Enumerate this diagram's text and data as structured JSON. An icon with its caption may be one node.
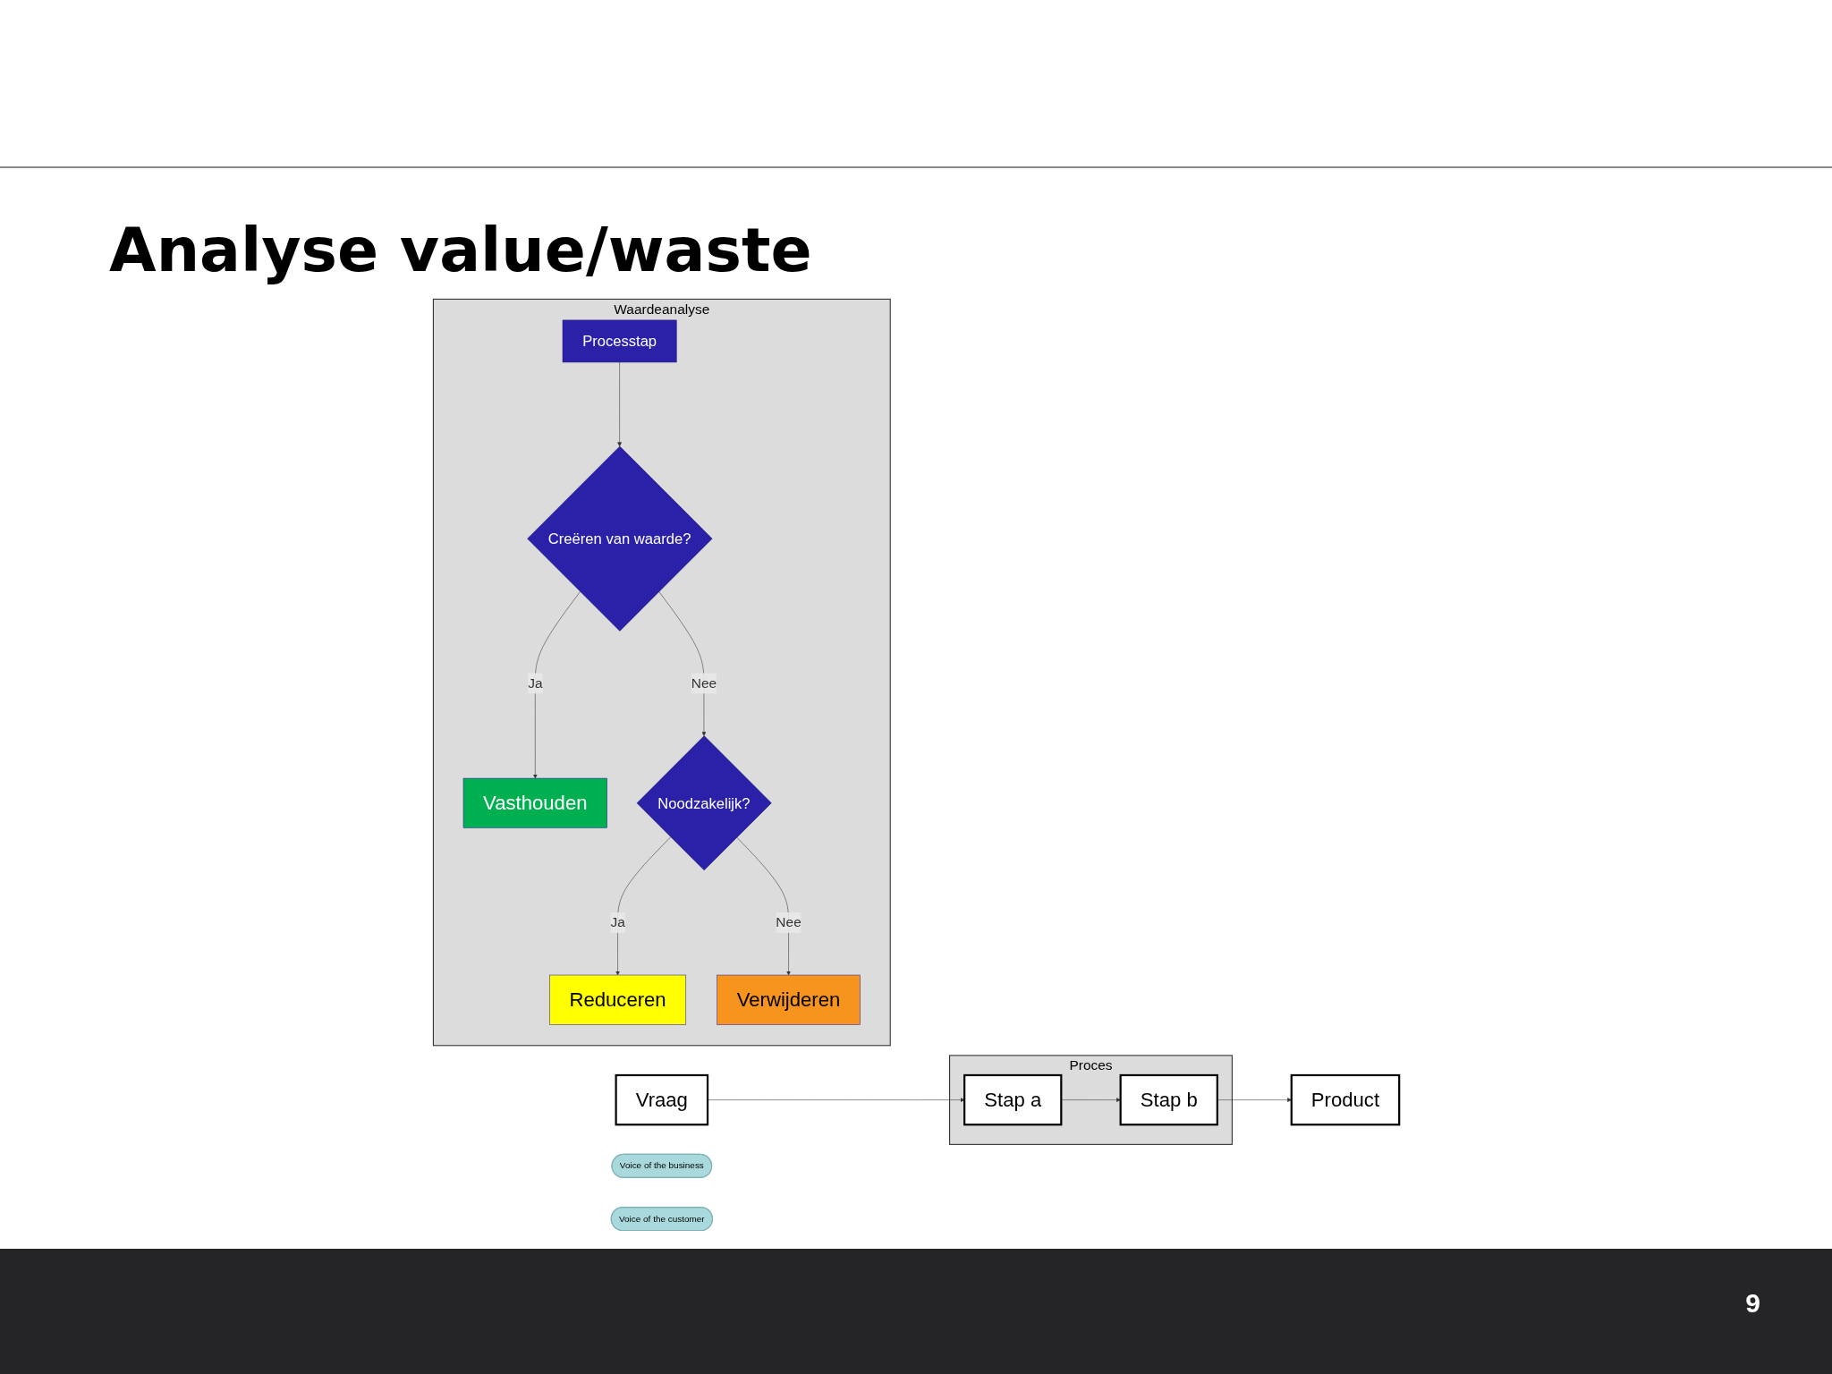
{
  "diagram": {
    "title": "Analyse value/waste",
    "nodes": [
      {
        "text": [
          "Vraag"
        ]
      },
      {
        "text": [
          "Proces"
        ]
      },
      {
        "text": [
          "Stap a"
        ],
        "in": 1
      },
      {
        "text": [
          "Stap b"
        ],
        "in": 1
      },
      {
        "text": [
          "Product"
        ]
      },
      {
        "text": [
          "Voice of the business"
        ]
      },
      {
        "text": [
          "Voice of the customer"
        ]
      },
      {
        "text": [
          "Waardeanalyse"
        ]
      },
      {
        "text": [
          "Processtap"
        ],
        "in": 7
      },
      {
        "text": [
          "Creëren van waarde?"
        ],
        "in": 7
      },
      {
        "text": [
          "Vasthouden"
        ],
        "in": 7
      },
      {
        "text": [
          "Noodzakelijk?"
        ],
        "in": 7
      },
      {
        "text": [
          "Reduceren"
        ],
        "in": 7
      },
      {
        "text": [
          "Verwijderen"
        ],
        "in": 7
      }
    ],
    "edges": [
      {
        "from": 0,
        "to": 2,
        "arrow": "to"
      },
      {
        "from": 2,
        "to": 3,
        "arrow": "to"
      },
      {
        "from": 3,
        "to": 4,
        "arrow": "to"
      },
      {
        "from": 8,
        "to": 9,
        "arrow": "to"
      },
      {
        "from": 9,
        "to": 10,
        "label": "Ja",
        "arrow": "to"
      },
      {
        "from": 9,
        "to": 11,
        "label": "Nee",
        "arrow": "to"
      },
      {
        "from": 11,
        "to": 12,
        "label": "Ja",
        "arrow": "to"
      },
      {
        "from": 11,
        "to": 13,
        "label": "Nee",
        "arrow": "to"
      }
    ],
    "labels": [
      "9"
    ]
  }
}
